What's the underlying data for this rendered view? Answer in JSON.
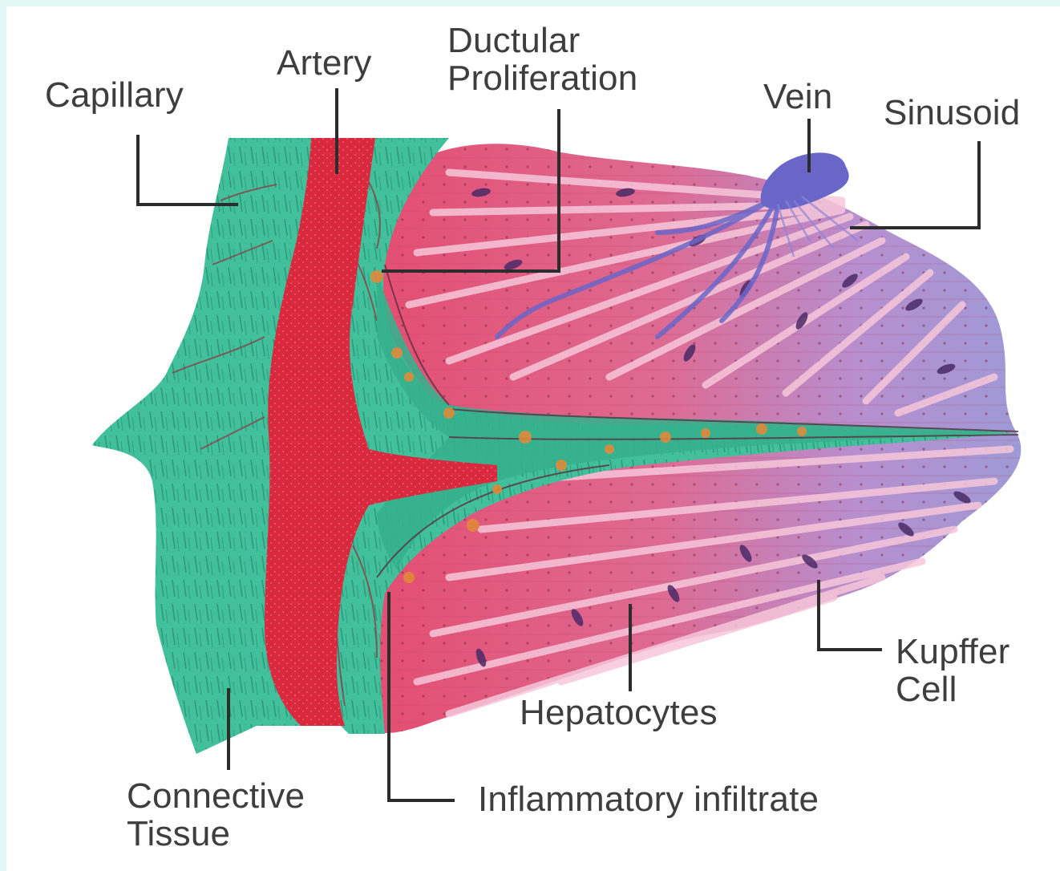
{
  "labels": {
    "capillary": "Capillary",
    "artery": "Artery",
    "ductular_1": "Ductular",
    "ductular_2": "Proliferation",
    "vein": "Vein",
    "sinusoid": "Sinusoid",
    "kupffer_1": "Kupffer",
    "kupffer_2": "Cell",
    "hepatocytes": "Hepatocytes",
    "connective_1": "Connective",
    "connective_2": "Tissue",
    "inflammatory": "Inflammatory infiltrate"
  },
  "colors": {
    "connective_tissue": "#3fbf9a",
    "artery": "#d8293f",
    "hepatocyte_pink": "#e0577a",
    "hepatocyte_lilac": "#a898d2",
    "vein": "#6a66c8",
    "leader_line": "#2c2c2c",
    "label_text": "#3e3e3e"
  }
}
